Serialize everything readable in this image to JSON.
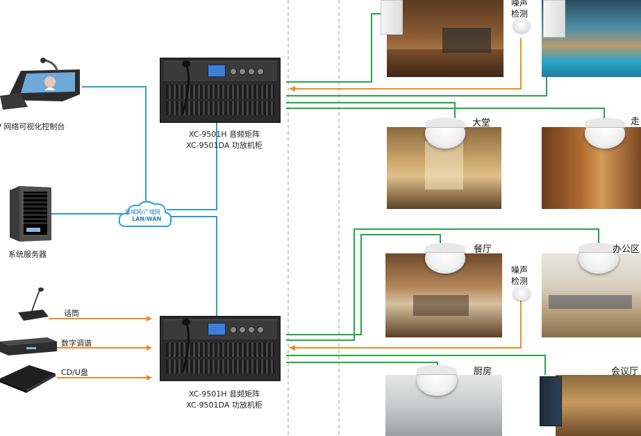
{
  "devices": {
    "ip_console_label": "IP 网络可视化控制台",
    "server_label": "系统服务器",
    "network_label_1": "局域网/广域网",
    "network_label_2": "LAN/WAN",
    "mic_label": "话筒",
    "tuner_label": "数字调谐",
    "player_label": "CD/U盘"
  },
  "racks": [
    {
      "line1": "XC-9501H 音频矩阵",
      "line2": "XC-9501DA 功放机柜"
    },
    {
      "line1": "XC-9501H 音频矩阵",
      "line2": "XC-9501DA 功放机柜"
    }
  ],
  "zones": {
    "lobby": "大堂",
    "corridor": "走",
    "restaurant": "餐厅",
    "office": "办公区",
    "kitchen": "厨房",
    "meeting": "会议厅"
  },
  "noise_sensors": [
    {
      "line1": "噪声",
      "line2": "检测"
    },
    {
      "line1": "噪声",
      "line2": "检测"
    }
  ],
  "colors": {
    "network_line": "#2a9fd0",
    "audio_input_line": "#f08a24",
    "speaker_line": "#22a548"
  }
}
